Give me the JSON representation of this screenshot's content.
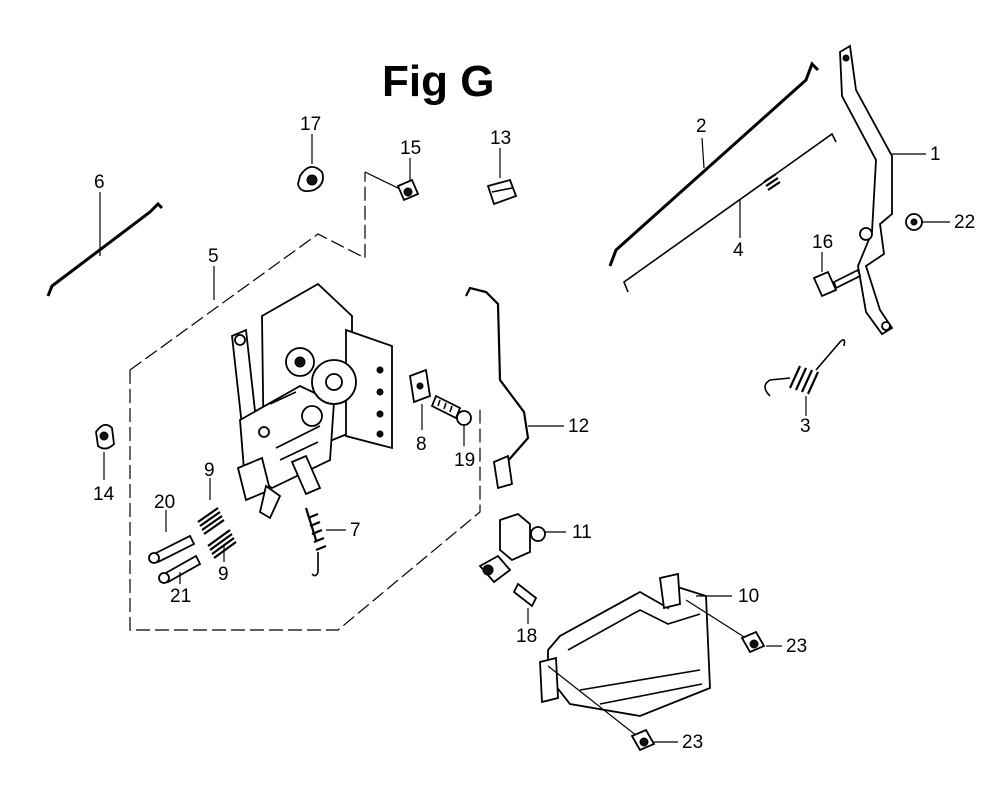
{
  "title": "Fig G",
  "callouts": [
    "1",
    "2",
    "3",
    "4",
    "5",
    "6",
    "7",
    "8",
    "9",
    "9",
    "10",
    "11",
    "12",
    "13",
    "14",
    "15",
    "16",
    "17",
    "18",
    "19",
    "20",
    "21",
    "22",
    "23",
    "23"
  ]
}
